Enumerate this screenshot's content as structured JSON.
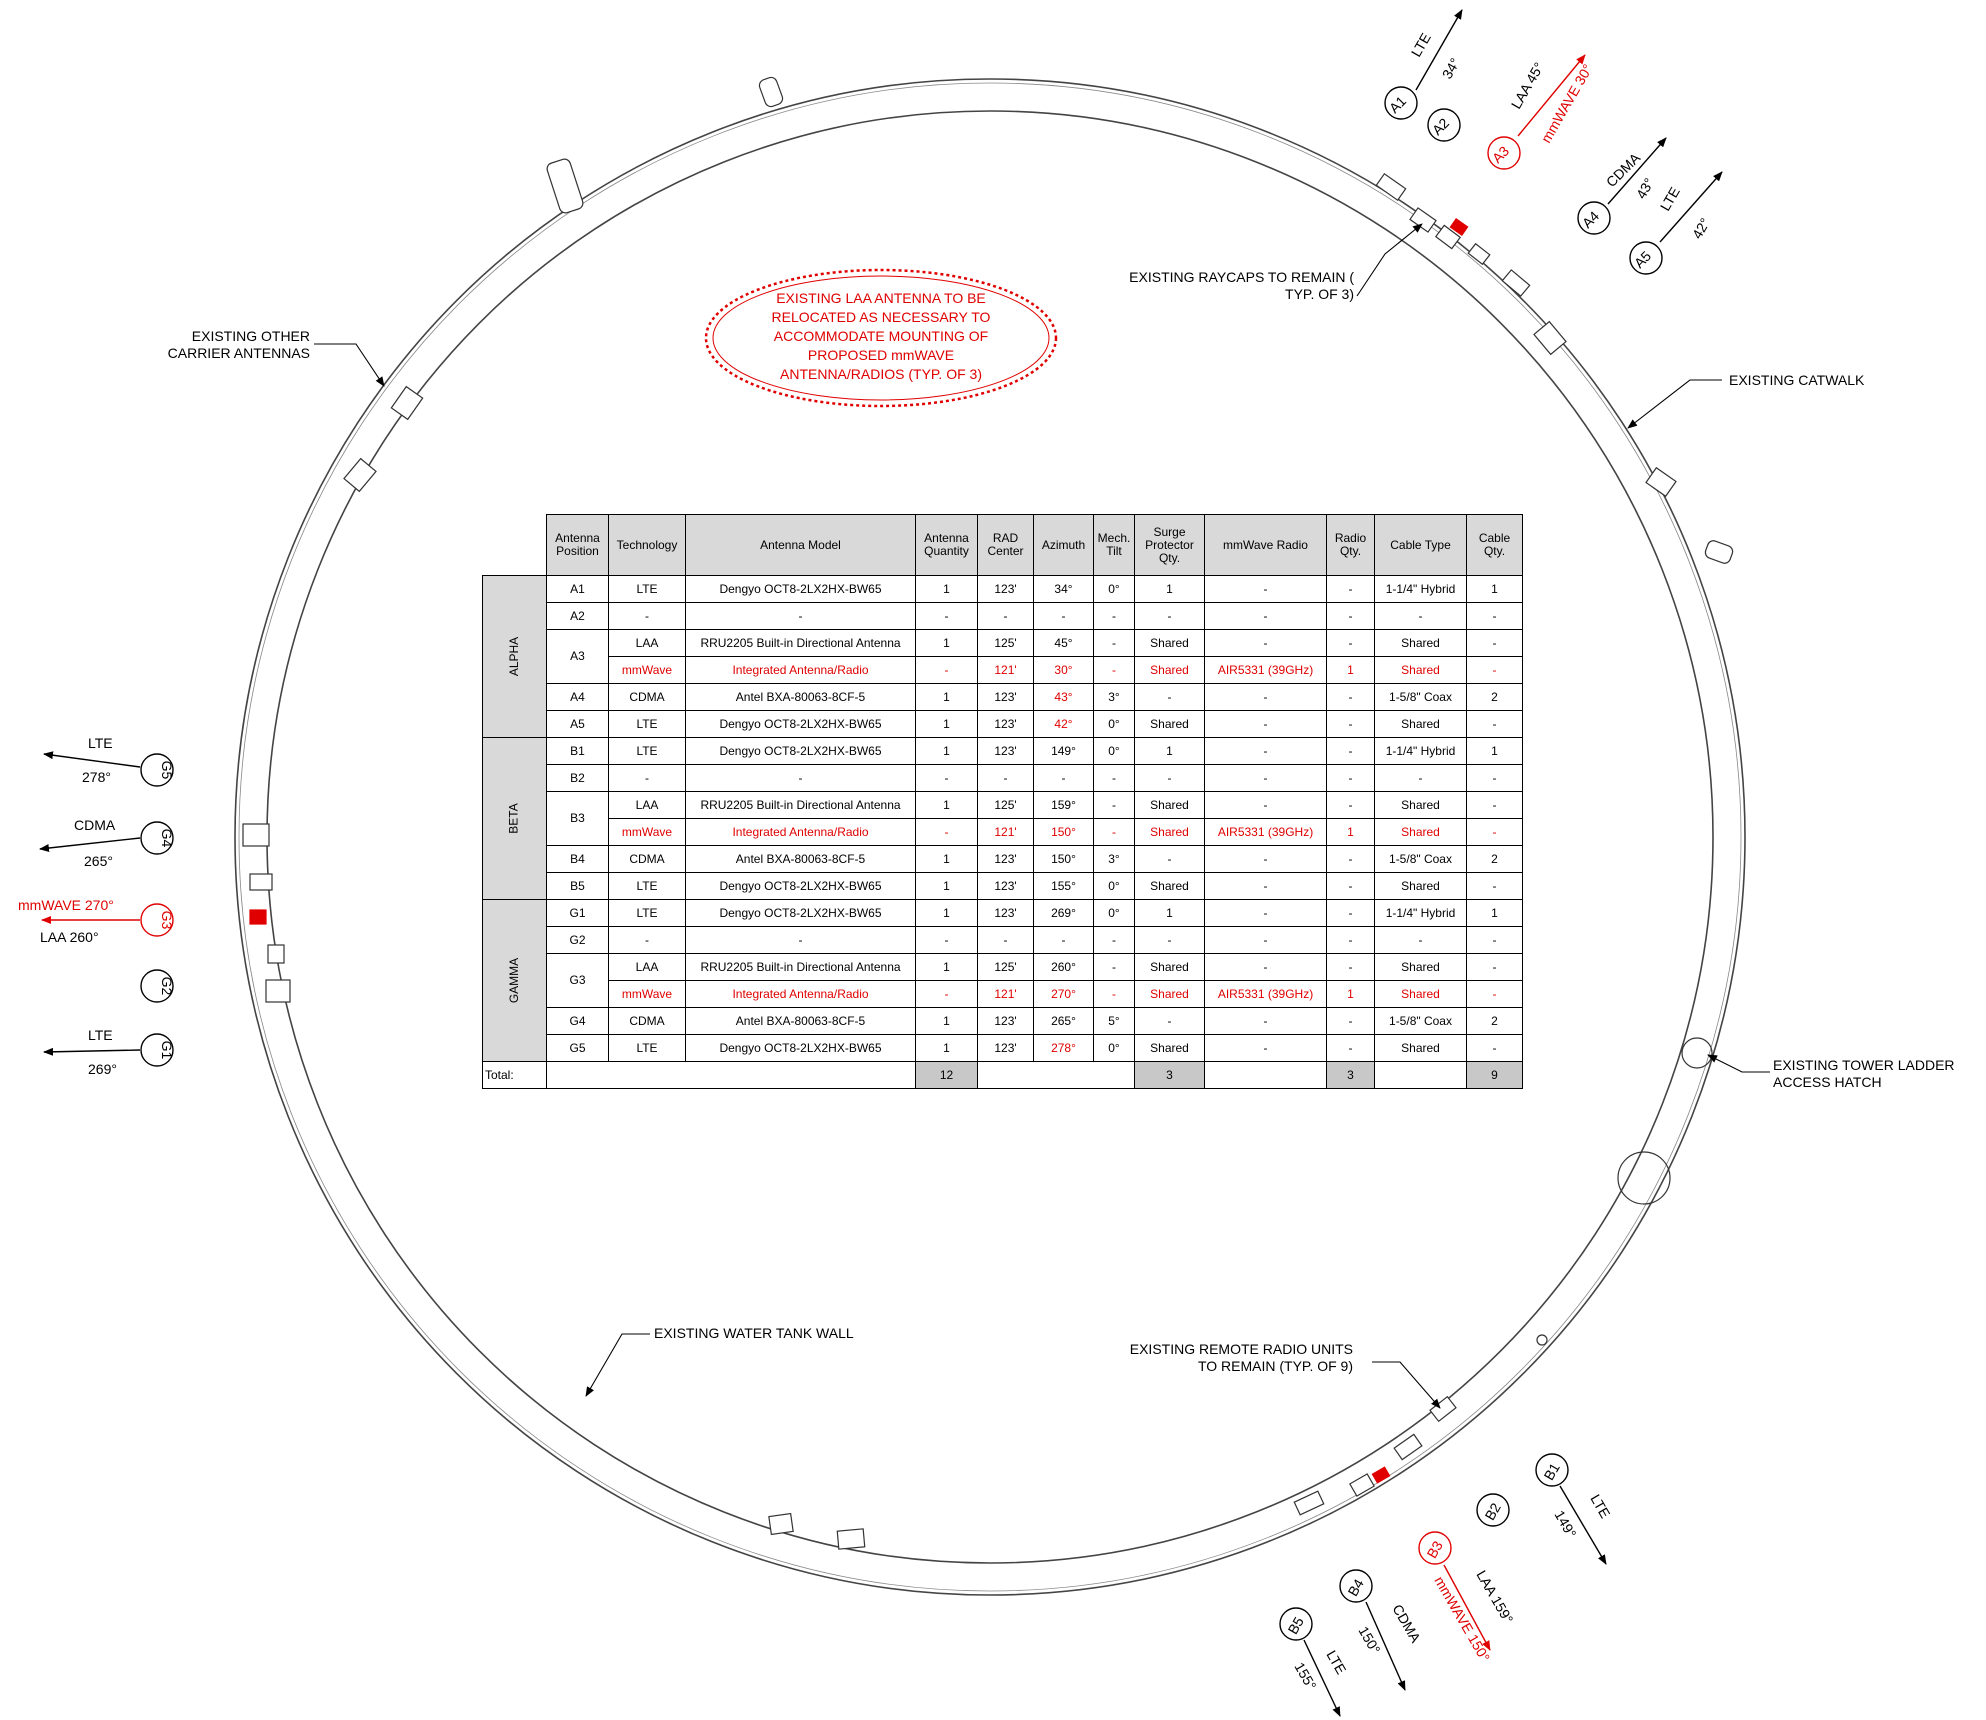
{
  "notes": {
    "laa_cloud": [
      "EXISTING LAA ANTENNA TO BE",
      "RELOCATED AS NECESSARY TO",
      "ACCOMMODATE MOUNTING OF",
      "PROPOSED mmWAVE",
      "ANTENNA/RADIOS (TYP. OF 3)"
    ],
    "other_carrier": [
      "EXISTING OTHER",
      "CARRIER ANTENNAS"
    ],
    "raycaps": [
      "EXISTING RAYCAPS TO REMAIN (",
      "TYP. OF 3)"
    ],
    "catwalk": [
      "EXISTING CATWALK"
    ],
    "ladder_hatch": [
      "EXISTING TOWER LADDER",
      "ACCESS HATCH"
    ],
    "water_tank": [
      "EXISTING WATER TANK WALL"
    ],
    "rru": [
      "EXISTING REMOTE RADIO UNITS",
      "TO REMAIN (TYP. OF 9)"
    ]
  },
  "sector_tags": {
    "alpha": [
      {
        "tag": "A1",
        "tech": "LTE",
        "az": "34°"
      },
      {
        "tag": "A2"
      },
      {
        "tag": "A3",
        "tech": "LAA 45°",
        "az": "mmWAVE 30°",
        "highlight": true
      },
      {
        "tag": "A4",
        "tech": "CDMA",
        "az": "43°"
      },
      {
        "tag": "A5",
        "tech": "LTE",
        "az": "42°"
      }
    ],
    "beta": [
      {
        "tag": "B1",
        "tech": "LTE",
        "az": "149°"
      },
      {
        "tag": "B2"
      },
      {
        "tag": "B3",
        "tech": "LAA 159°",
        "az": "mmWAVE 150°",
        "highlight": true
      },
      {
        "tag": "B4",
        "tech": "CDMA",
        "az": "150°"
      },
      {
        "tag": "B5",
        "tech": "LTE",
        "az": "155°"
      }
    ],
    "gamma": [
      {
        "tag": "G1",
        "tech": "LTE",
        "az": "269°"
      },
      {
        "tag": "G2"
      },
      {
        "tag": "G3",
        "tech": "mmWAVE 270°",
        "az": "LAA 260°",
        "highlight": true
      },
      {
        "tag": "G4",
        "tech": "CDMA",
        "az": "265°"
      },
      {
        "tag": "G5",
        "tech": "LTE",
        "az": "278°"
      }
    ]
  },
  "table": {
    "headers": [
      "Antenna Position",
      "Technology",
      "Antenna Model",
      "Antenna Quantity",
      "RAD Center",
      "Azimuth",
      "Mech. Tilt",
      "Surge Protector Qty.",
      "mmWave Radio",
      "Radio Qty.",
      "Cable Type",
      "Cable Qty."
    ],
    "sectors": [
      {
        "name": "ALPHA",
        "rows": [
          {
            "pos": "A1",
            "tech": "LTE",
            "model": "Dengyo OCT8-2LX2HX-BW65",
            "qty": "1",
            "rad": "123'",
            "az": "34°",
            "tilt": "0°",
            "surge": "1",
            "radio": "-",
            "rqty": "-",
            "cable": "1-1/4\" Hybrid",
            "cqty": "1"
          },
          {
            "pos": "A2",
            "tech": "-",
            "model": "-",
            "qty": "-",
            "rad": "-",
            "az": "-",
            "tilt": "-",
            "surge": "-",
            "radio": "-",
            "rqty": "-",
            "cable": "-",
            "cqty": "-"
          },
          {
            "pos": "A3",
            "tech": "LAA",
            "model": "RRU2205 Built-in Directional Antenna",
            "qty": "1",
            "rad": "125'",
            "az": "45°",
            "tilt": "-",
            "surge": "Shared",
            "radio": "-",
            "rqty": "-",
            "cable": "Shared",
            "cqty": "-"
          },
          {
            "tech": "mmWave",
            "model": "Integrated Antenna/Radio",
            "qty": "-",
            "rad": "121'",
            "az": "30°",
            "tilt": "-",
            "surge": "Shared",
            "radio": "AIR5331 (39GHz)",
            "rqty": "1",
            "cable": "Shared",
            "cqty": "-",
            "red": true
          },
          {
            "pos": "A4",
            "tech": "CDMA",
            "model": "Antel BXA-80063-8CF-5",
            "qty": "1",
            "rad": "123'",
            "az": "43°",
            "tilt": "3°",
            "surge": "-",
            "radio": "-",
            "rqty": "-",
            "cable": "1-5/8\" Coax",
            "cqty": "2",
            "redAz": true
          },
          {
            "pos": "A5",
            "tech": "LTE",
            "model": "Dengyo OCT8-2LX2HX-BW65",
            "qty": "1",
            "rad": "123'",
            "az": "42°",
            "tilt": "0°",
            "surge": "Shared",
            "radio": "-",
            "rqty": "-",
            "cable": "Shared",
            "cqty": "-",
            "redAz": true
          }
        ]
      },
      {
        "name": "BETA",
        "rows": [
          {
            "pos": "B1",
            "tech": "LTE",
            "model": "Dengyo OCT8-2LX2HX-BW65",
            "qty": "1",
            "rad": "123'",
            "az": "149°",
            "tilt": "0°",
            "surge": "1",
            "radio": "-",
            "rqty": "-",
            "cable": "1-1/4\" Hybrid",
            "cqty": "1"
          },
          {
            "pos": "B2",
            "tech": "-",
            "model": "-",
            "qty": "-",
            "rad": "-",
            "az": "-",
            "tilt": "-",
            "surge": "-",
            "radio": "-",
            "rqty": "-",
            "cable": "-",
            "cqty": "-"
          },
          {
            "pos": "B3",
            "tech": "LAA",
            "model": "RRU2205 Built-in Directional Antenna",
            "qty": "1",
            "rad": "125'",
            "az": "159°",
            "tilt": "-",
            "surge": "Shared",
            "radio": "-",
            "rqty": "-",
            "cable": "Shared",
            "cqty": "-"
          },
          {
            "tech": "mmWave",
            "model": "Integrated Antenna/Radio",
            "qty": "-",
            "rad": "121'",
            "az": "150°",
            "tilt": "-",
            "surge": "Shared",
            "radio": "AIR5331 (39GHz)",
            "rqty": "1",
            "cable": "Shared",
            "cqty": "-",
            "red": true
          },
          {
            "pos": "B4",
            "tech": "CDMA",
            "model": "Antel BXA-80063-8CF-5",
            "qty": "1",
            "rad": "123'",
            "az": "150°",
            "tilt": "3°",
            "surge": "-",
            "radio": "-",
            "rqty": "-",
            "cable": "1-5/8\" Coax",
            "cqty": "2"
          },
          {
            "pos": "B5",
            "tech": "LTE",
            "model": "Dengyo OCT8-2LX2HX-BW65",
            "qty": "1",
            "rad": "123'",
            "az": "155°",
            "tilt": "0°",
            "surge": "Shared",
            "radio": "-",
            "rqty": "-",
            "cable": "Shared",
            "cqty": "-"
          }
        ]
      },
      {
        "name": "GAMMA",
        "rows": [
          {
            "pos": "G1",
            "tech": "LTE",
            "model": "Dengyo OCT8-2LX2HX-BW65",
            "qty": "1",
            "rad": "123'",
            "az": "269°",
            "tilt": "0°",
            "surge": "1",
            "radio": "-",
            "rqty": "-",
            "cable": "1-1/4\" Hybrid",
            "cqty": "1"
          },
          {
            "pos": "G2",
            "tech": "-",
            "model": "-",
            "qty": "-",
            "rad": "-",
            "az": "-",
            "tilt": "-",
            "surge": "-",
            "radio": "-",
            "rqty": "-",
            "cable": "-",
            "cqty": "-"
          },
          {
            "pos": "G3",
            "tech": "LAA",
            "model": "RRU2205 Built-in Directional Antenna",
            "qty": "1",
            "rad": "125'",
            "az": "260°",
            "tilt": "-",
            "surge": "Shared",
            "radio": "-",
            "rqty": "-",
            "cable": "Shared",
            "cqty": "-"
          },
          {
            "tech": "mmWave",
            "model": "Integrated Antenna/Radio",
            "qty": "-",
            "rad": "121'",
            "az": "270°",
            "tilt": "-",
            "surge": "Shared",
            "radio": "AIR5331 (39GHz)",
            "rqty": "1",
            "cable": "Shared",
            "cqty": "-",
            "red": true
          },
          {
            "pos": "G4",
            "tech": "CDMA",
            "model": "Antel BXA-80063-8CF-5",
            "qty": "1",
            "rad": "123'",
            "az": "265°",
            "tilt": "5°",
            "surge": "-",
            "radio": "-",
            "rqty": "-",
            "cable": "1-5/8\" Coax",
            "cqty": "2"
          },
          {
            "pos": "G5",
            "tech": "LTE",
            "model": "Dengyo OCT8-2LX2HX-BW65",
            "qty": "1",
            "rad": "123'",
            "az": "278°",
            "tilt": "0°",
            "surge": "Shared",
            "radio": "-",
            "rqty": "-",
            "cable": "Shared",
            "cqty": "-",
            "redAz": true
          }
        ]
      }
    ],
    "total": {
      "label": "Total:",
      "antenna_qty": "12",
      "surge_qty": "3",
      "radio_qty": "3",
      "cable_qty": "9"
    }
  },
  "colors": {
    "proposed": "#e00000",
    "line": "#000000",
    "header_fill": "#d9d9d9"
  }
}
